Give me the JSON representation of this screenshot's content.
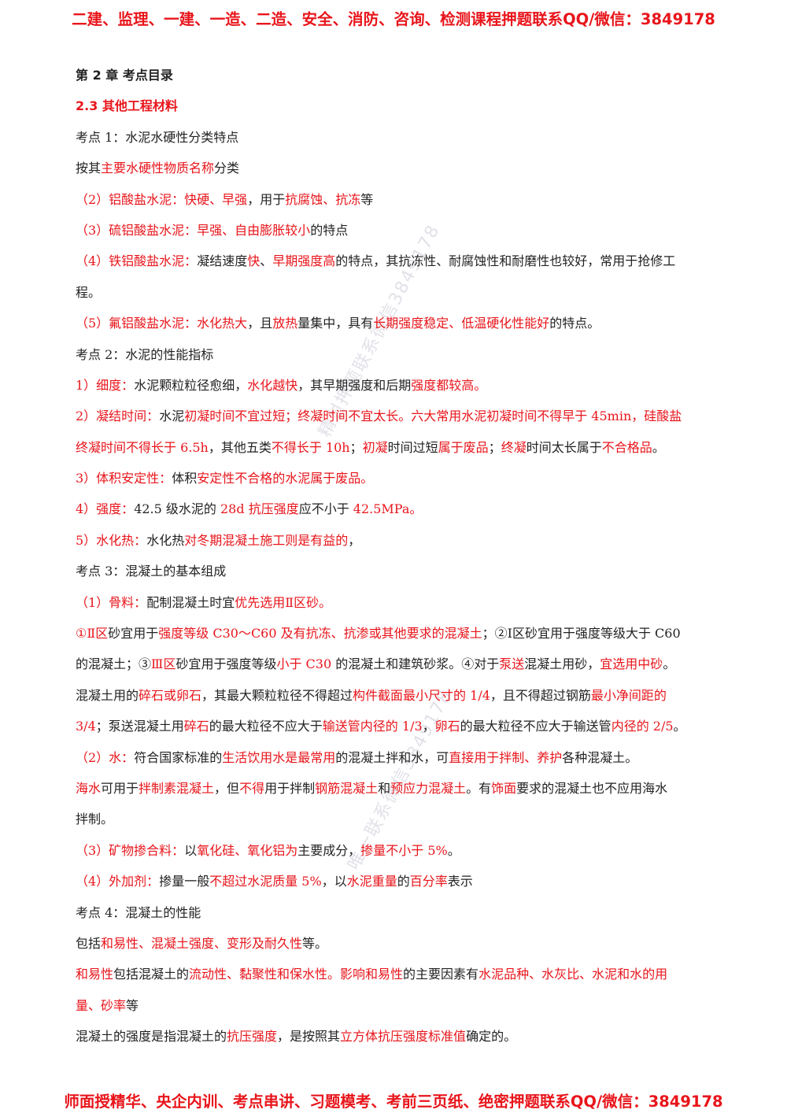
{
  "header_banner": "二建、监理、一建、一造、二造、安全、消防、咨询、检测课程押题联系QQ/微信：3849178",
  "footer_banner": "师面授精华、央企内训、考点串讲、习题模考、考前三页纸、绝密押题联系QQ/微信：3849178",
  "watermarks": [
    "精선押题联系微信3849178",
    "唯一联系微信3849178"
  ],
  "colors": {
    "accent_red": "#e8151b",
    "body_text": "#222222"
  },
  "lines": [
    {
      "style": "bold",
      "segs": [
        {
          "t": "第 2 章  考点目录"
        }
      ]
    },
    {
      "style": "bold",
      "segs": [
        {
          "t": "2.3  其他工程材料",
          "r": 1
        }
      ]
    },
    {
      "segs": [
        {
          "t": "考点 1：水泥水硬性分类特点"
        }
      ]
    },
    {
      "segs": [
        {
          "t": "按其"
        },
        {
          "t": "主要水硬性物质名称",
          "r": 1
        },
        {
          "t": "分类"
        }
      ]
    },
    {
      "segs": [
        {
          "t": "（2）铝酸盐水泥：快硬、早强",
          "r": 1
        },
        {
          "t": "，用于"
        },
        {
          "t": "抗腐蚀、抗冻",
          "r": 1
        },
        {
          "t": "等"
        }
      ]
    },
    {
      "segs": [
        {
          "t": "（3）硫铝酸盐水泥：早强、自由膨胀较小",
          "r": 1
        },
        {
          "t": "的特点"
        }
      ]
    },
    {
      "segs": [
        {
          "t": "（4）铁铝酸盐水泥：",
          "r": 1
        },
        {
          "t": "凝结速度"
        },
        {
          "t": "快",
          "r": 1
        },
        {
          "t": "、"
        },
        {
          "t": "早期强度高",
          "r": 1
        },
        {
          "t": "的特点，其抗冻性、耐腐蚀性和耐磨性也较好，常用于抢修工"
        }
      ]
    },
    {
      "segs": [
        {
          "t": "程。"
        }
      ]
    },
    {
      "segs": [
        {
          "t": "（5）氟铝酸盐水泥：水化热大",
          "r": 1
        },
        {
          "t": "，且"
        },
        {
          "t": "放热",
          "r": 1
        },
        {
          "t": "量集中，具有"
        },
        {
          "t": "长期强度稳定、低温硬化性能好",
          "r": 1
        },
        {
          "t": "的特点。"
        }
      ]
    },
    {
      "segs": [
        {
          "t": "考点 2：水泥的性能指标"
        }
      ]
    },
    {
      "segs": [
        {
          "t": "1）细度：",
          "r": 1
        },
        {
          "t": "水泥颗粒粒径愈细，"
        },
        {
          "t": "水化越快",
          "r": 1
        },
        {
          "t": "，其早期强度和后期"
        },
        {
          "t": "强度都较高。",
          "r": 1
        }
      ]
    },
    {
      "segs": [
        {
          "t": "2）凝结时间：",
          "r": 1
        },
        {
          "t": "水泥"
        },
        {
          "t": "初凝时间不宜过短；终凝时间不宜太长。六大常用水泥初凝时间不得早于 45min，硅酸盐",
          "r": 1
        }
      ]
    },
    {
      "segs": [
        {
          "t": "终凝时间不得长于 6.5h",
          "r": 1
        },
        {
          "t": "，其他五类"
        },
        {
          "t": "不得长于 10h",
          "r": 1
        },
        {
          "t": "；"
        },
        {
          "t": "初凝",
          "r": 1
        },
        {
          "t": "时间过短"
        },
        {
          "t": "属于废品",
          "r": 1
        },
        {
          "t": "；"
        },
        {
          "t": "终凝",
          "r": 1
        },
        {
          "t": "时间太长属于"
        },
        {
          "t": "不合格品",
          "r": 1
        },
        {
          "t": "。"
        }
      ]
    },
    {
      "segs": [
        {
          "t": "3）体积安定性：",
          "r": 1
        },
        {
          "t": "体积"
        },
        {
          "t": "安定性不合格的水泥属于废品。",
          "r": 1
        }
      ]
    },
    {
      "segs": [
        {
          "t": "4）强度：",
          "r": 1
        },
        {
          "t": "42.5 级水泥的 "
        },
        {
          "t": "28d 抗压强度",
          "r": 1
        },
        {
          "t": "应不小于 "
        },
        {
          "t": "42.5MPa。",
          "r": 1
        }
      ]
    },
    {
      "segs": [
        {
          "t": "5）水化热：",
          "r": 1
        },
        {
          "t": "水化热"
        },
        {
          "t": "对冬期混凝土施工则是有益的",
          "r": 1
        },
        {
          "t": "，"
        }
      ]
    },
    {
      "segs": [
        {
          "t": "考点 3：混凝土的基本组成"
        }
      ]
    },
    {
      "segs": [
        {
          "t": "（1）骨料：",
          "r": 1
        },
        {
          "t": "配制混凝土时宜"
        },
        {
          "t": "优先选用Ⅱ区砂。",
          "r": 1
        }
      ]
    },
    {
      "segs": [
        {
          "t": "①Ⅱ区",
          "r": 1
        },
        {
          "t": "砂宜用于"
        },
        {
          "t": "强度等级 C30～C60 及有抗冻、抗渗或其他要求的混凝土",
          "r": 1
        },
        {
          "t": "；②Ⅰ区砂宜用于强度等级大于 C60"
        }
      ]
    },
    {
      "segs": [
        {
          "t": "的混凝土；③"
        },
        {
          "t": "Ⅲ区",
          "r": 1
        },
        {
          "t": "砂宜用于强度等级"
        },
        {
          "t": "小于 C30",
          "r": 1
        },
        {
          "t": " 的混凝土和建筑砂浆。④对于"
        },
        {
          "t": "泵送",
          "r": 1
        },
        {
          "t": "混凝土用砂，"
        },
        {
          "t": "宜选用中砂",
          "r": 1
        },
        {
          "t": "。"
        }
      ]
    },
    {
      "segs": [
        {
          "t": "混凝土用的"
        },
        {
          "t": "碎石或卵石",
          "r": 1
        },
        {
          "t": "，其最大颗粒粒径不得超过"
        },
        {
          "t": "构件截面最小尺寸的 1/4",
          "r": 1
        },
        {
          "t": "，且不得超过钢筋"
        },
        {
          "t": "最小净间距的",
          "r": 1
        }
      ]
    },
    {
      "segs": [
        {
          "t": "3/4",
          "r": 1
        },
        {
          "t": "；泵送混凝土用"
        },
        {
          "t": "碎石",
          "r": 1
        },
        {
          "t": "的最大粒径不应大于"
        },
        {
          "t": "输送管内径的 1/3",
          "r": 1
        },
        {
          "t": "，"
        },
        {
          "t": "卵石",
          "r": 1
        },
        {
          "t": "的最大粒径不应大于输送管"
        },
        {
          "t": "内径的 2/5",
          "r": 1
        },
        {
          "t": "。"
        }
      ]
    },
    {
      "segs": [
        {
          "t": "（2）水：",
          "r": 1
        },
        {
          "t": "符合国家标准的"
        },
        {
          "t": "生活饮用水是最常用",
          "r": 1
        },
        {
          "t": "的混凝土拌和水，可"
        },
        {
          "t": "直接用于拌制、养护",
          "r": 1
        },
        {
          "t": "各种混凝土。"
        }
      ]
    },
    {
      "segs": [
        {
          "t": "海水",
          "r": 1
        },
        {
          "t": "可用于"
        },
        {
          "t": "拌制素混凝土",
          "r": 1
        },
        {
          "t": "，但"
        },
        {
          "t": "不得",
          "r": 1
        },
        {
          "t": "用于拌制"
        },
        {
          "t": "钢筋混凝土",
          "r": 1
        },
        {
          "t": "和"
        },
        {
          "t": "预应力混凝土",
          "r": 1
        },
        {
          "t": "。有"
        },
        {
          "t": "饰面",
          "r": 1
        },
        {
          "t": "要求的混凝土也不应用海水"
        }
      ]
    },
    {
      "segs": [
        {
          "t": "拌制。"
        }
      ]
    },
    {
      "segs": [
        {
          "t": "（3）矿物掺合料：",
          "r": 1
        },
        {
          "t": "以"
        },
        {
          "t": "氧化硅、氧化铝为",
          "r": 1
        },
        {
          "t": "主要成分，"
        },
        {
          "t": "掺量不小于 5%",
          "r": 1
        },
        {
          "t": "。"
        }
      ]
    },
    {
      "segs": [
        {
          "t": "（4）外加剂：",
          "r": 1
        },
        {
          "t": "掺量一般"
        },
        {
          "t": "不超过水泥质量 5%",
          "r": 1
        },
        {
          "t": "，以"
        },
        {
          "t": "水泥重量",
          "r": 1
        },
        {
          "t": "的"
        },
        {
          "t": "百分率",
          "r": 1
        },
        {
          "t": "表示"
        }
      ]
    },
    {
      "segs": [
        {
          "t": "考点 4：混凝土的性能"
        }
      ]
    },
    {
      "segs": [
        {
          "t": "包括"
        },
        {
          "t": "和易性、混凝土强度、变形及耐久性",
          "r": 1
        },
        {
          "t": "等。"
        }
      ]
    },
    {
      "segs": [
        {
          "t": "和易性",
          "r": 1
        },
        {
          "t": "包括混凝土的"
        },
        {
          "t": "流动性、黏聚性和保水性。影响和易性",
          "r": 1
        },
        {
          "t": "的主要因素有"
        },
        {
          "t": "水泥品种、水灰比、水泥和水的用",
          "r": 1
        }
      ]
    },
    {
      "segs": [
        {
          "t": "量、砂率",
          "r": 1
        },
        {
          "t": "等"
        }
      ]
    },
    {
      "segs": [
        {
          "t": "混凝土的强度是指混凝土的"
        },
        {
          "t": "抗压强度",
          "r": 1
        },
        {
          "t": "，是按照其"
        },
        {
          "t": "立方体抗压强度标准值",
          "r": 1
        },
        {
          "t": "确定的。"
        }
      ]
    }
  ]
}
